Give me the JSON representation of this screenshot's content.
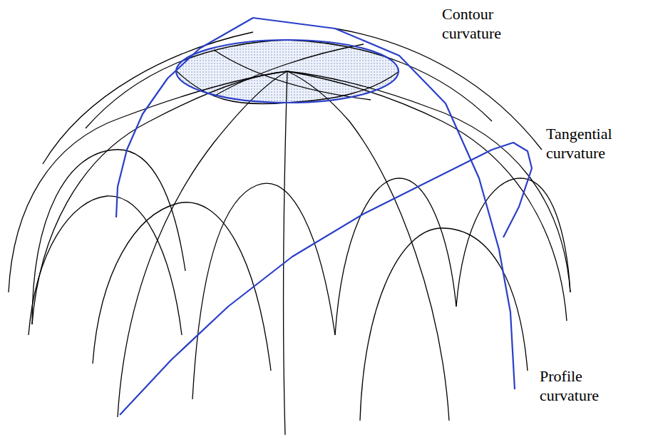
{
  "diagram": {
    "labels": [
      "Contour curvature",
      "Tangential curvature",
      "Profile curvature"
    ]
  }
}
